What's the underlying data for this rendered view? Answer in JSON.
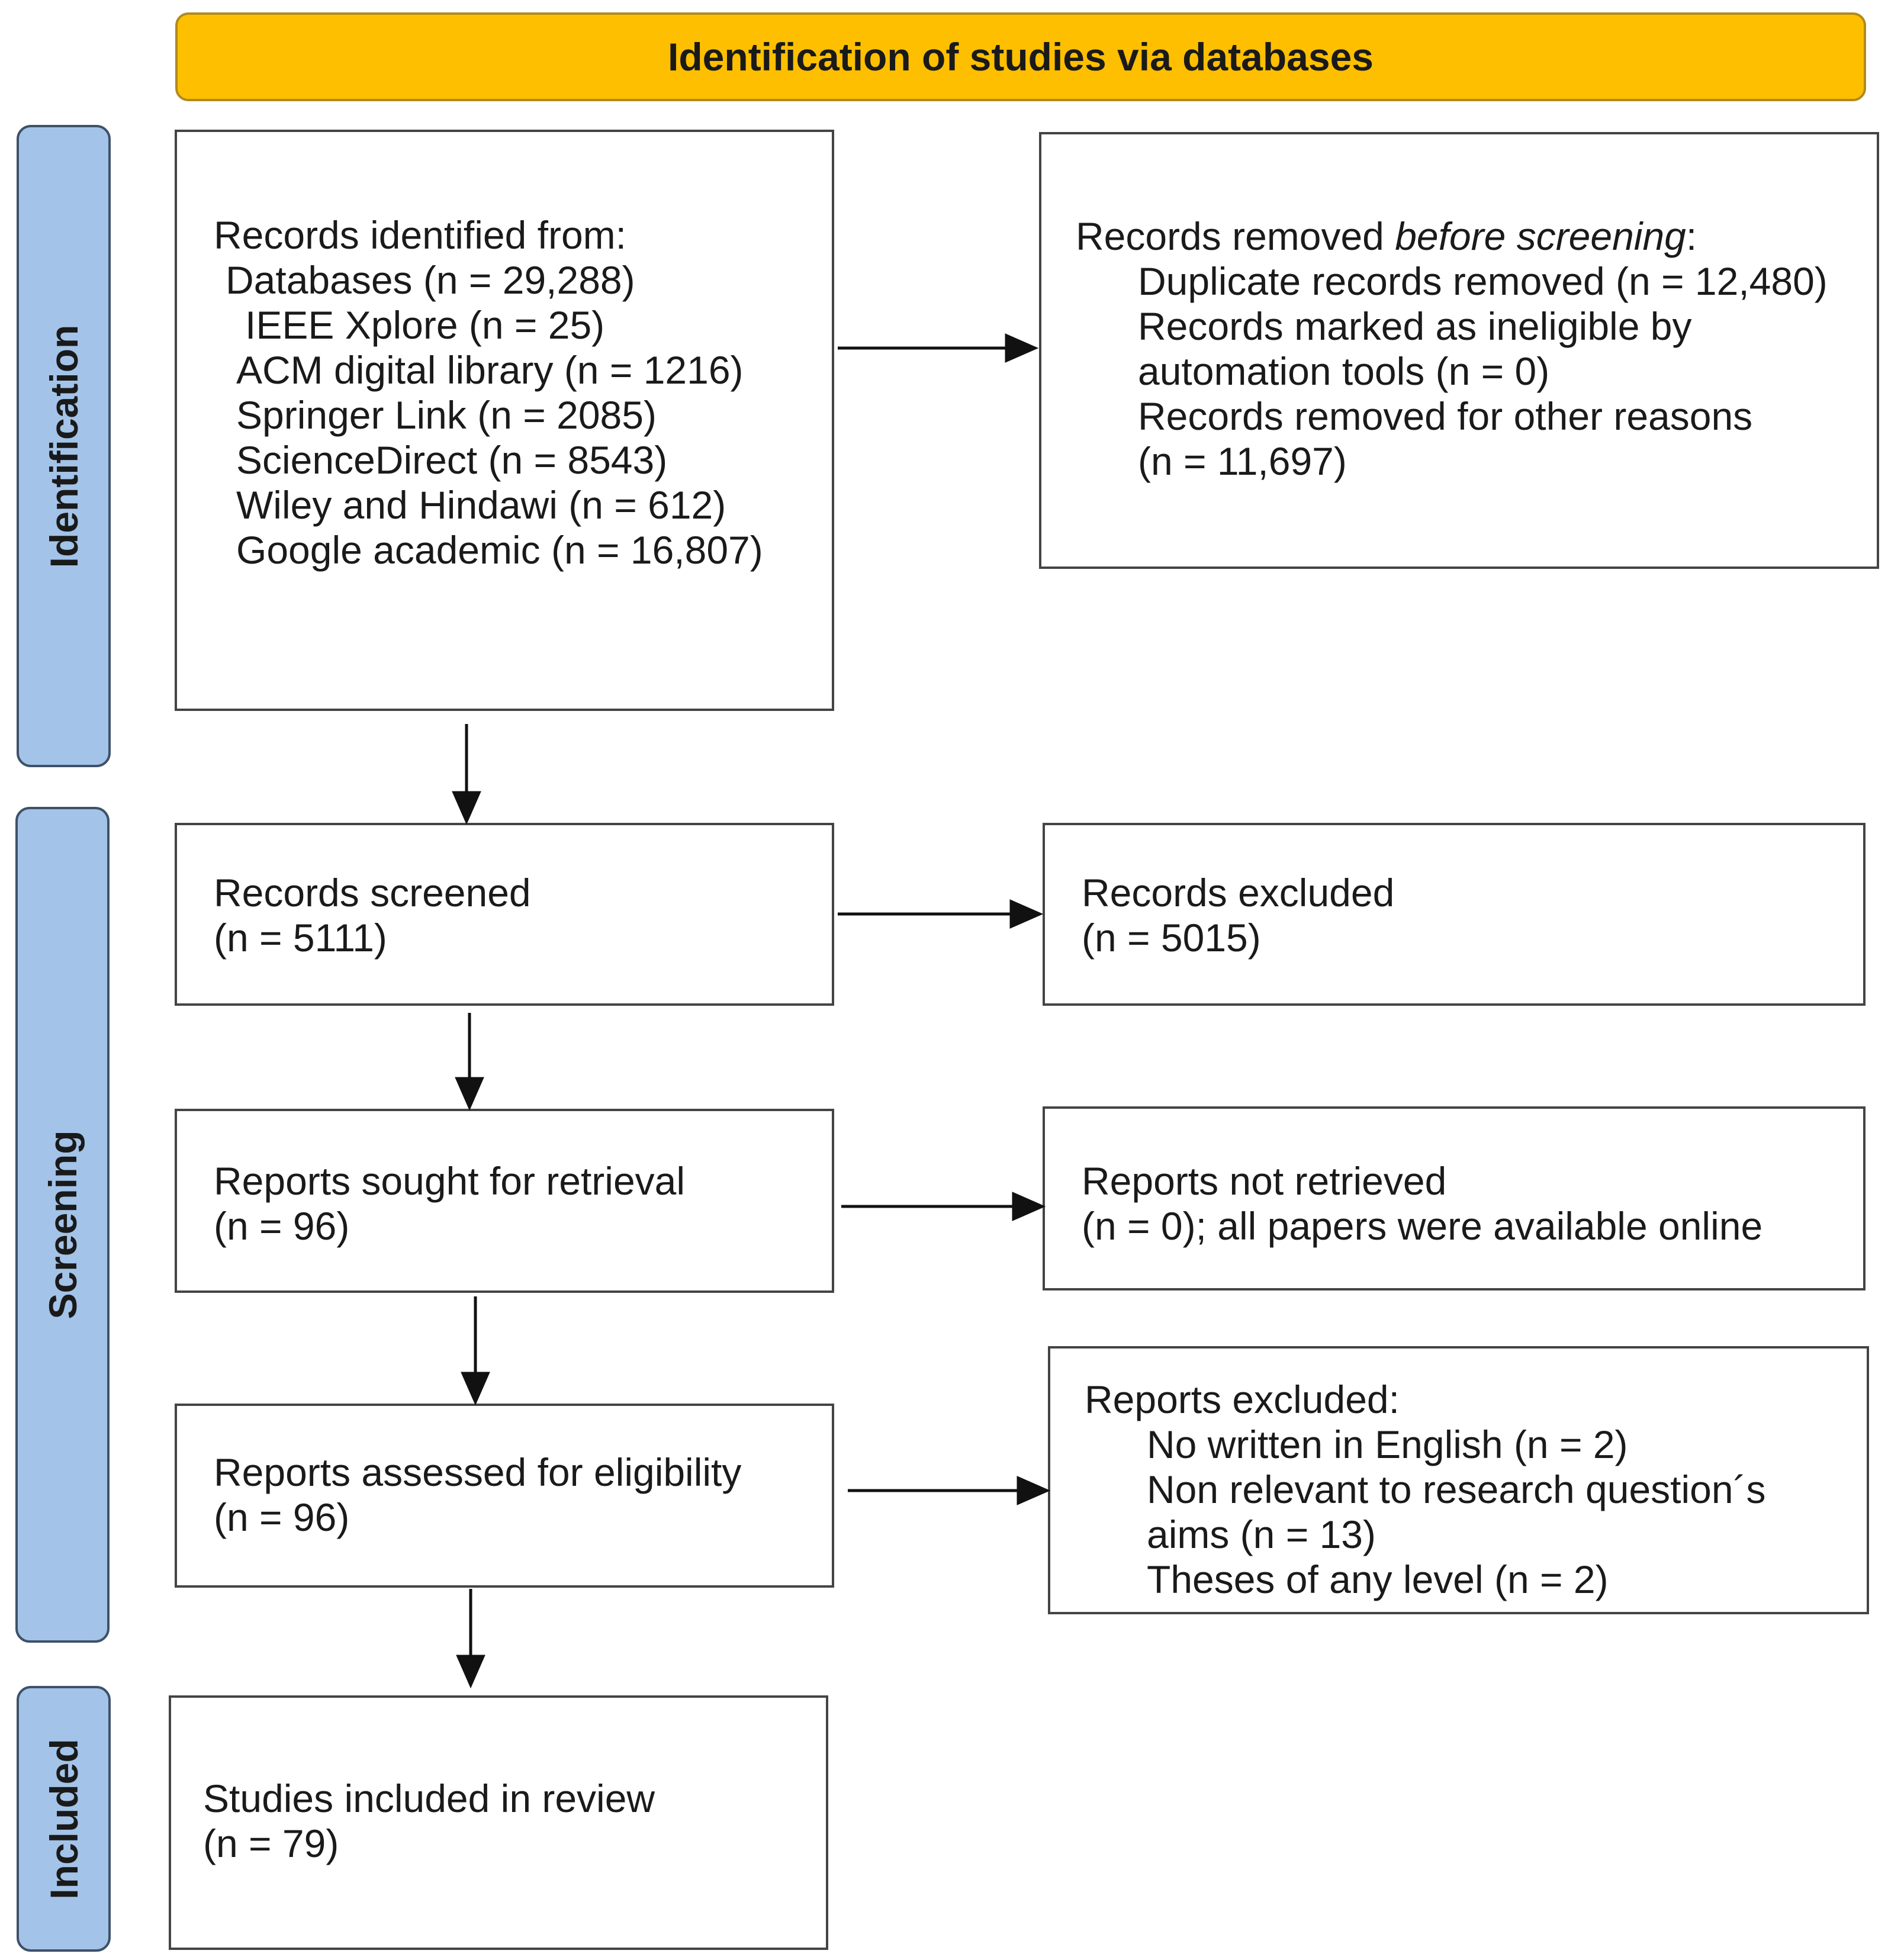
{
  "header": {
    "title": "Identification of studies via databases"
  },
  "phases": {
    "identification": "Identification",
    "screening": "Screening",
    "included": "Included"
  },
  "identified": {
    "heading": "Records identified from:",
    "databases": "Databases (n = 29,288)",
    "sources": [
      "IEEE Xplore (n = 25)",
      "ACM digital library (n = 1216)",
      "Springer Link (n = 2085)",
      "ScienceDirect (n = 8543)",
      "Wiley and Hindawi (n = 612)",
      "Google academic (n = 16,807)"
    ]
  },
  "removed": {
    "heading_prefix": "Records removed ",
    "heading_italic": "before screening",
    "heading_suffix": ":",
    "lines": [
      "Duplicate records removed (n = 12,480)",
      "Records marked as ineligible by",
      "automation tools (n = 0)",
      "Records removed for other reasons",
      "(n = 11,697)"
    ]
  },
  "screened": {
    "title": "Records screened",
    "count": "(n = 5111)"
  },
  "excluded_records": {
    "title": "Records excluded",
    "count": "(n = 5015)"
  },
  "sought": {
    "title": "Reports sought for retrieval",
    "count": "(n = 96)"
  },
  "not_retrieved": {
    "title": "Reports not retrieved",
    "detail": "(n = 0); all papers were available online"
  },
  "assessed": {
    "title": "Reports assessed for eligibility",
    "count": "(n = 96)"
  },
  "reports_excluded": {
    "heading": "Reports excluded:",
    "lines": [
      "No written in English (n = 2)",
      "Non relevant to research question´s",
      "aims (n = 13)",
      "Theses of any level (n = 2)"
    ]
  },
  "included": {
    "title": "Studies included in review",
    "count": "(n = 79)"
  },
  "colors": {
    "header_fill": "#fdbf00",
    "phase_fill": "#a3c3e8",
    "box_border": "#444444"
  }
}
